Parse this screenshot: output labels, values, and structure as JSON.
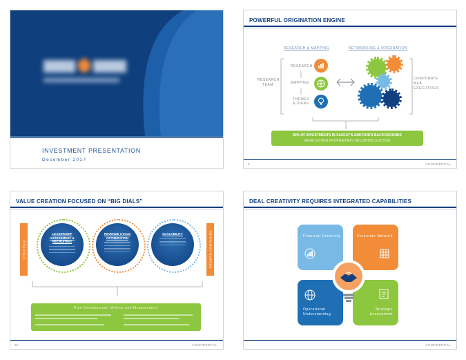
{
  "slide1": {
    "title": "INVESTMENT PRESENTATION",
    "date": "December 2017"
  },
  "slide2": {
    "header": "POWERFUL ORIGINATION ENGINE",
    "research_mapping": "RESEARCH & MAPPING",
    "networking_origination": "NETWORKING & ORIGINATION",
    "research_team": "RESEARCH TEAM",
    "research": "RESEARCH",
    "mapping": "MAPPING",
    "themes_ideas": "THEMES & IDEAS",
    "corporate_executives": "CORPORATE M&A EXECUTIVES",
    "banner_line1": "80% OF INVESTMENTS IN SANJAY'S AND ROB'S BACKGROUNDS",
    "banner_line2": "WERE EITHER PROPRIETARY OR LIMITED AUCTION",
    "page_number": "8",
    "confidential": "CONFIDENTIAL"
  },
  "slide3": {
    "header": "VALUE CREATION FOCUSED ON “BIG DIALS”",
    "dial1": "LEADERSHIP ASSESSMENT & RECRUITING",
    "dial2": "REVENUE CYCLE OPTIMIZATION",
    "dial3": "SCALABILITY",
    "left_tab": "STRATEGIC",
    "right_tab": "GROWTH COMPANIES",
    "green_title": "Plan Development, Metrics and Measurement",
    "page_number": "10",
    "confidential": "CONFIDENTIAL"
  },
  "slide4": {
    "header": "DEAL CREATIVITY REQUIRES INTEGRATED CAPABILITIES",
    "q1": "Financial Creativity",
    "q2": "Corporate Network",
    "q3": "Operational Understanding",
    "q4": "Strategic Assessment",
    "confidential": "CONFIDENTIAL"
  },
  "colors": {
    "navy": "#123f7e",
    "orange": "#f28c38",
    "green": "#8dc63f",
    "light_blue": "#78b9e6",
    "blue": "#1f6fb5"
  }
}
